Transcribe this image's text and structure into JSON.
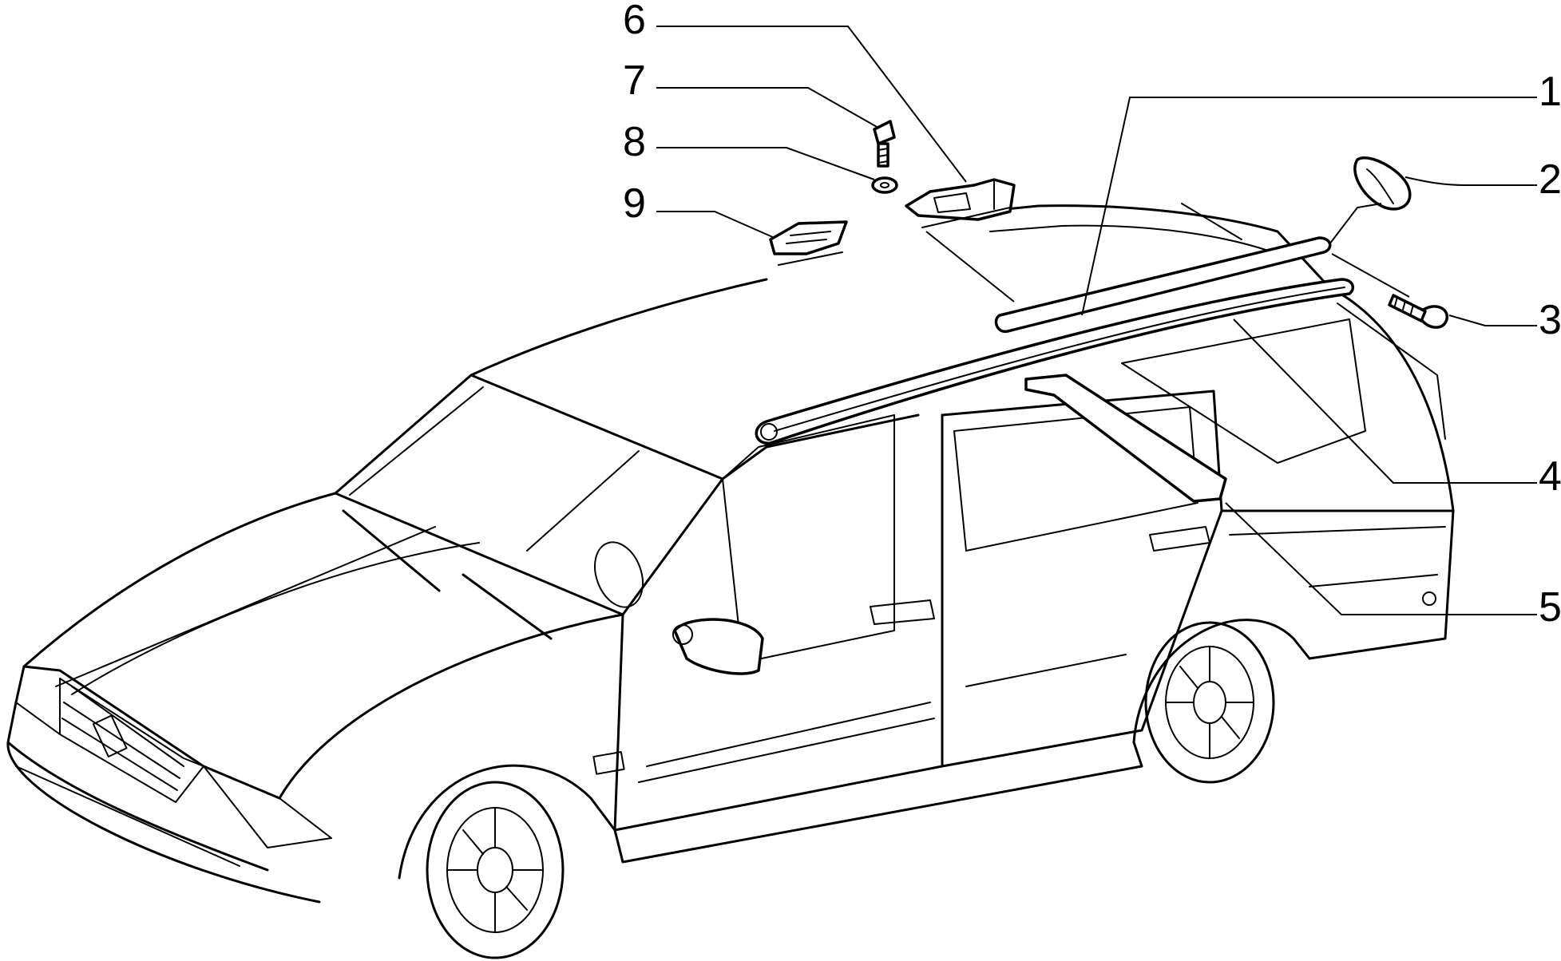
{
  "callouts": [
    {
      "id": "1",
      "label": "1"
    },
    {
      "id": "2",
      "label": "2"
    },
    {
      "id": "3",
      "label": "3"
    },
    {
      "id": "4",
      "label": "4"
    },
    {
      "id": "5",
      "label": "5"
    },
    {
      "id": "6",
      "label": "6"
    },
    {
      "id": "7",
      "label": "7"
    },
    {
      "id": "8",
      "label": "8"
    },
    {
      "id": "9",
      "label": "9"
    }
  ],
  "colors": {
    "ink": "#000000",
    "paper": "#ffffff"
  }
}
